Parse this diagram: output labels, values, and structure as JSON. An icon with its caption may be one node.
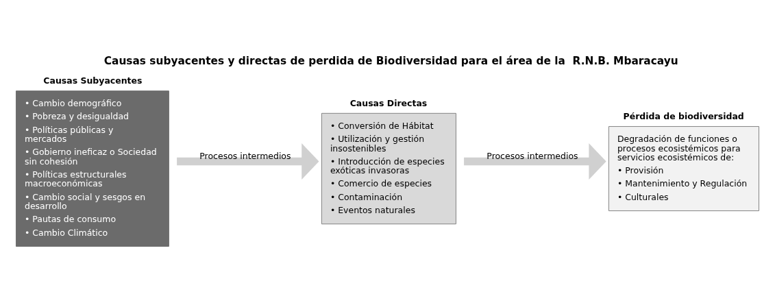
{
  "diagram": {
    "title": "Causas subyacentes y directas de perdida de Biodiversidad para el área de la  R.N.B. Mbaracayu",
    "nodes": [
      {
        "text": [
          "Causas Subyacentes",
          "• Cambio demográfico",
          "• Pobreza y desigualdad",
          "• Políticas públicas y mercados",
          "• Gobierno ineficaz o Sociedad sin cohesión",
          "• Políticas estructurales macroeconómicas",
          "• Cambio social y sesgos en desarrollo",
          "• Pautas de consumo",
          "• Cambio Climático"
        ]
      },
      {
        "text": [
          "Causas Directas",
          "• Conversión de Hábitat",
          "• Utilización y gestión insostenibles",
          "• Introducción de especies exóticas invasoras",
          "• Comercio de especies",
          "• Contaminación",
          "• Eventos naturales"
        ]
      },
      {
        "text": [
          "Pérdida de biodiversidad",
          "Degradación de funciones o procesos ecosistémicos para servicios ecosistémicos de:",
          "• Provisión",
          "• Mantenimiento y Regulación",
          "• Culturales"
        ]
      }
    ],
    "edges": [
      {
        "from": 0,
        "to": 1,
        "arrow": "to",
        "label": "Procesos intermedios"
      },
      {
        "from": 1,
        "to": 2,
        "arrow": "to",
        "label": "Procesos intermedios"
      }
    ]
  }
}
